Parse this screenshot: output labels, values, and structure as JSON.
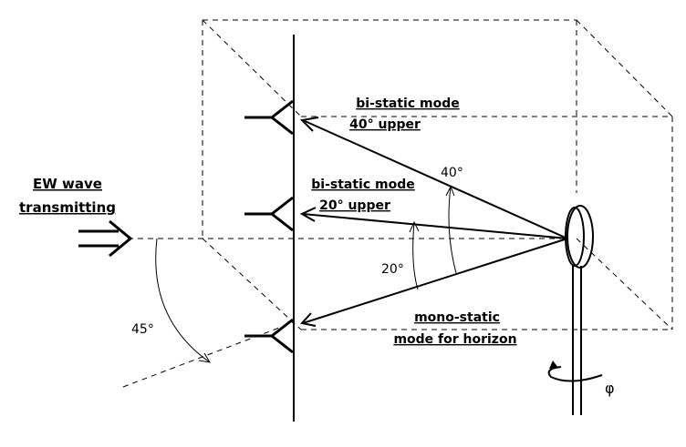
{
  "labels": {
    "ew_line1": "EW wave",
    "ew_line2": "transmitting",
    "bistatic40_line1": "bi-static mode",
    "bistatic40_line2": "40° upper",
    "bistatic20_line1": "bi-static mode",
    "bistatic20_line2": "20° upper",
    "mono_line1": "mono-static",
    "mono_line2": "mode for horizon",
    "angle40": "40°",
    "angle20": "20°",
    "angle45": "45°",
    "phi": "φ"
  }
}
